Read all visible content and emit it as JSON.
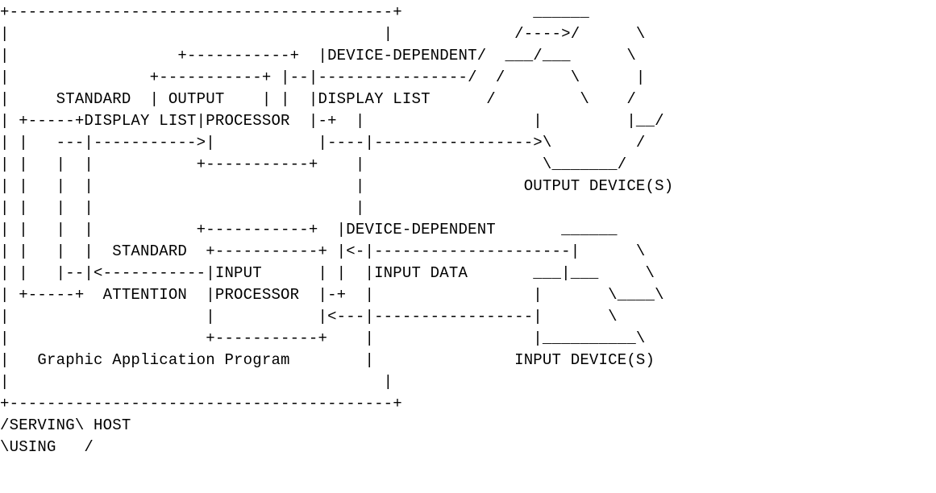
{
  "diagram": {
    "lines": [
      "+-----------------------------------------+              ______",
      "|                                        |             /---->/      \\",
      "|                  +-----------+  |DEVICE-DEPENDENT/  ___/___      \\",
      "|               +-----------+ |--|----------------/  /       \\      |",
      "|     STANDARD  | OUTPUT    | |  |DISPLAY LIST      /         \\    /",
      "| +-----+DISPLAY LIST|PROCESSOR  |-+  |                  |         |__/",
      "| |   ---|----------->|           |----|----------------->\\         /",
      "| |   |  |           +-----------+    |                   \\_______/",
      "| |   |  |                            |                 OUTPUT DEVICE(S)",
      "| |   |  |                            |",
      "| |   |  |           +-----------+  |DEVICE-DEPENDENT       ______",
      "| |   |  |  STANDARD  +-----------+ |<-|---------------------|      \\",
      "| |   |--|<-----------|INPUT      | |  |INPUT DATA       ___|___     \\",
      "| +-----+  ATTENTION  |PROCESSOR  |-+  |                 |       \\____\\",
      "|                     |           |<---|-----------------|       \\",
      "|                     +-----------+    |                 |__________\\",
      "|   Graphic Application Program        |               INPUT DEVICE(S)",
      "|                                        |",
      "+-----------------------------------------+",
      "/SERVING\\ HOST",
      "\\USING   /"
    ]
  }
}
